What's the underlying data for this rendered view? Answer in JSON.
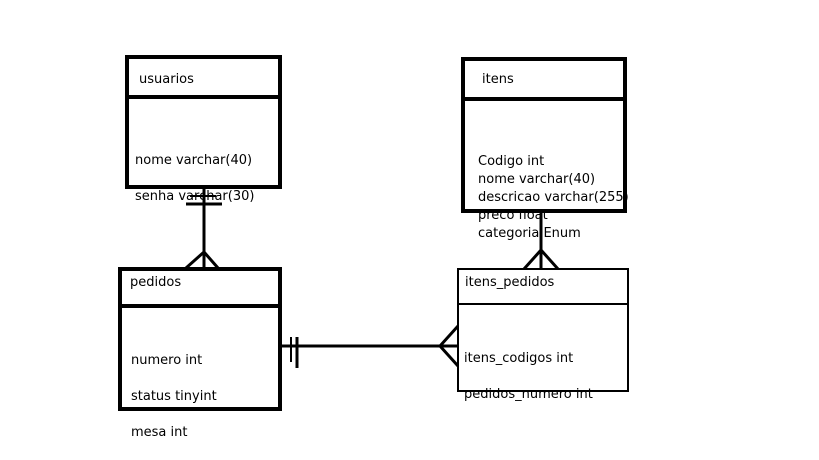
{
  "entities": {
    "usuarios": {
      "name": "usuarios",
      "attributes": [
        "nome varchar(40)",
        "senha varchar(30)"
      ]
    },
    "itens": {
      "name": "itens",
      "attributes": [
        "Codigo int",
        "nome varchar(40)",
        "descricao varchar(255)",
        "preco float",
        "categoria Enum"
      ]
    },
    "pedidos": {
      "name": "pedidos",
      "attributes": [
        "numero int",
        "status tinyint",
        "mesa int"
      ]
    },
    "itens_pedidos": {
      "name": "itens_pedidos",
      "attributes": [
        "itens_codigos int",
        "pedidos_numero int"
      ]
    }
  },
  "relationships": [
    {
      "from": "usuarios",
      "from_cardinality": "one-and-only-one",
      "to": "pedidos",
      "to_cardinality": "many"
    },
    {
      "from": "itens",
      "from_cardinality": "one",
      "to": "itens_pedidos",
      "to_cardinality": "many"
    },
    {
      "from": "pedidos",
      "from_cardinality": "one-and-only-one",
      "to": "itens_pedidos",
      "to_cardinality": "many"
    }
  ]
}
